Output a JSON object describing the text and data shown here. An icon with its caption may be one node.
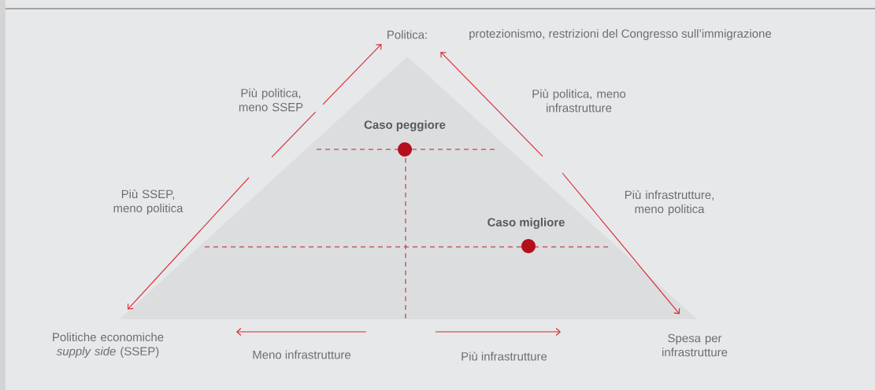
{
  "diagram": {
    "nodes": [
      {
        "text": [
          "Politica:"
        ],
        "beside": [
          "protezionismo, restrizioni del Congresso sull’immigrazione"
        ]
      },
      {
        "text": [
          "Politiche economiche *supply side* (SSEP)"
        ]
      },
      {
        "text": [
          "Spesa per infrastrutture"
        ]
      }
    ],
    "edges": [
      {
        "from": null,
        "to": 0,
        "arrow": "to",
        "label": "Più politica, meno SSEP"
      },
      {
        "from": null,
        "to": 1,
        "arrow": "to",
        "label": "Più SSEP, meno politica"
      },
      {
        "from": null,
        "to": 0,
        "arrow": "to",
        "label": "Più politica, meno infrastrutture"
      },
      {
        "from": null,
        "to": 2,
        "arrow": "to",
        "label": "Più infrastrutture, meno politica"
      }
    ],
    "labels": [
      "Caso peggiore",
      "Caso migliore",
      "Meno infrastrutture",
      "Più infrastrutture"
    ]
  }
}
